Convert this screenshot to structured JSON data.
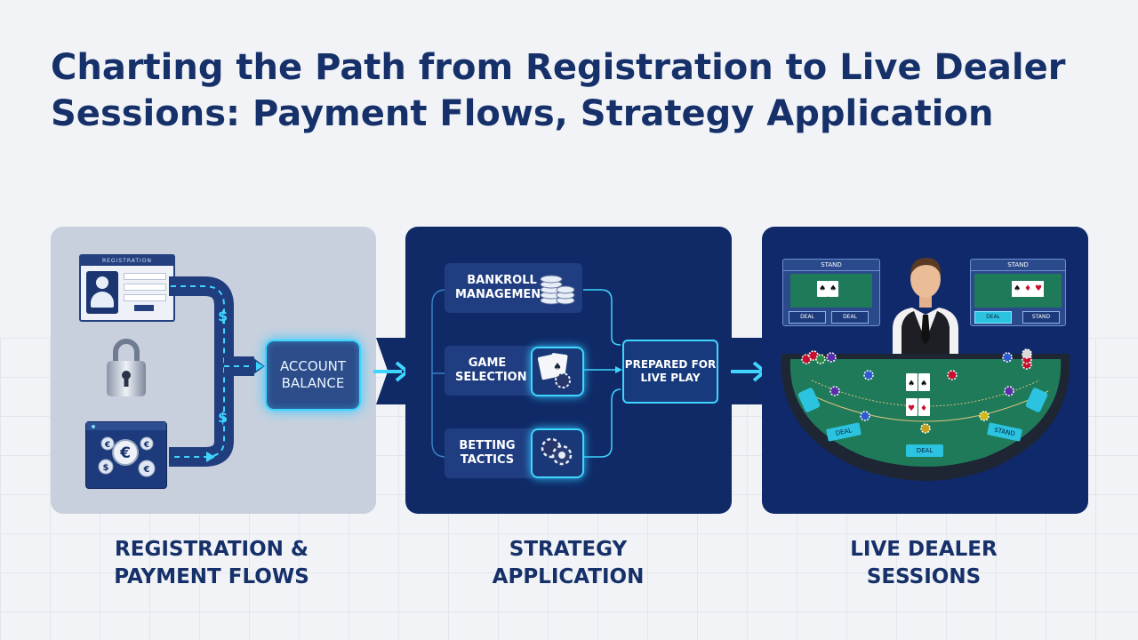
{
  "title": "Charting the Path from Registration to Live Dealer Sessions: Payment Flows, Strategy Application",
  "colors": {
    "background": "#f1f3f6",
    "title": "#16306a",
    "panel_dark": "#0f2a67",
    "panel_light": "#c8d0de",
    "glow": "#3fd5ff",
    "felt": "#1f7a5a"
  },
  "stages": [
    {
      "caption_line1": "REGISTRATION &",
      "caption_line2": "PAYMENT FLOWS",
      "form_header": "REGISTRATION",
      "account_box_line1": "ACCOUNT",
      "account_box_line2": "BALANCE",
      "currency_symbol": "$",
      "icons": [
        "registration-form-icon",
        "padlock-icon",
        "wallet-currency-icon"
      ]
    },
    {
      "caption_line1": "STRATEGY",
      "caption_line2": "APPLICATION",
      "items": [
        {
          "line1": "BANKROLL",
          "line2": "MANAGEMENT",
          "icon": "chip-stack-icon"
        },
        {
          "line1": "GAME",
          "line2": "SELECTION",
          "icon": "cards-icon"
        },
        {
          "line1": "BETTING",
          "line2": "TACTICS",
          "icon": "chips-icon"
        }
      ],
      "result_line1": "PREPARED FOR",
      "result_line2": "LIVE PLAY"
    },
    {
      "caption_line1": "LIVE DEALER",
      "caption_line2": "SESSIONS",
      "screen_left_label": "STAND",
      "screen_right_label": "STAND",
      "screen_buttons": [
        "DEAL",
        "DEAL",
        "DEAL",
        "STAND"
      ],
      "table_buttons": [
        "DEAL",
        "DEAL",
        "STAND"
      ],
      "icons": [
        "dealer-avatar-icon",
        "blackjack-table-icon"
      ]
    }
  ]
}
